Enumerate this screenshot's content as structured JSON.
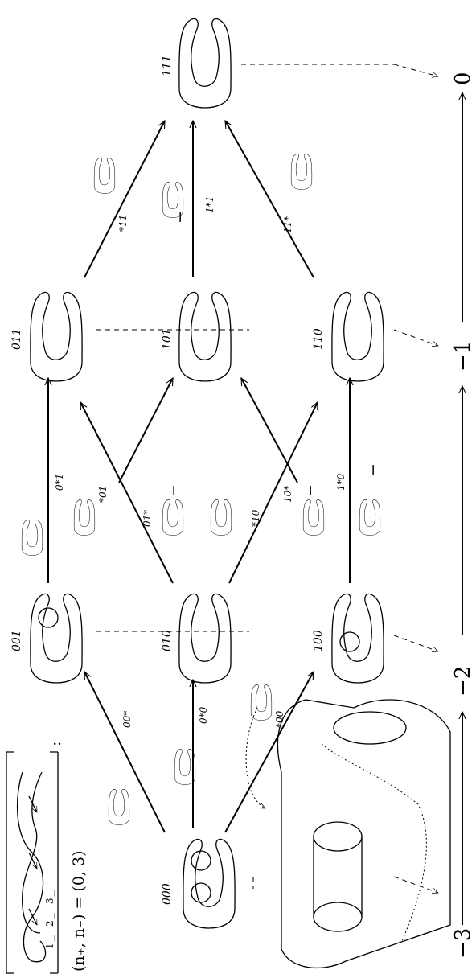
{
  "vertices": [
    {
      "id": "000",
      "label": "000"
    },
    {
      "id": "001",
      "label": "001"
    },
    {
      "id": "010",
      "label": "010"
    },
    {
      "id": "100",
      "label": "100"
    },
    {
      "id": "011",
      "label": "011"
    },
    {
      "id": "101",
      "label": "101"
    },
    {
      "id": "110",
      "label": "110"
    },
    {
      "id": "111",
      "label": "111"
    }
  ],
  "edges": [
    {
      "label": "00*"
    },
    {
      "label": "0*0"
    },
    {
      "label": "*00"
    },
    {
      "label": "0*1"
    },
    {
      "label": "*01"
    },
    {
      "label": "01*"
    },
    {
      "label": "*10"
    },
    {
      "label": "10*"
    },
    {
      "label": "1*0"
    },
    {
      "label": "*11"
    },
    {
      "label": "1*1"
    },
    {
      "label": "11*"
    }
  ],
  "signs": [
    "−",
    "−",
    "−",
    "−"
  ],
  "degrees": [
    "−3",
    "−2",
    "−1",
    "0"
  ],
  "crossings": [
    "1",
    "−",
    "2",
    "−",
    "3",
    "−"
  ],
  "counts": "(n₊, n₋) = (0, 3)",
  "bracket_colon": ":"
}
